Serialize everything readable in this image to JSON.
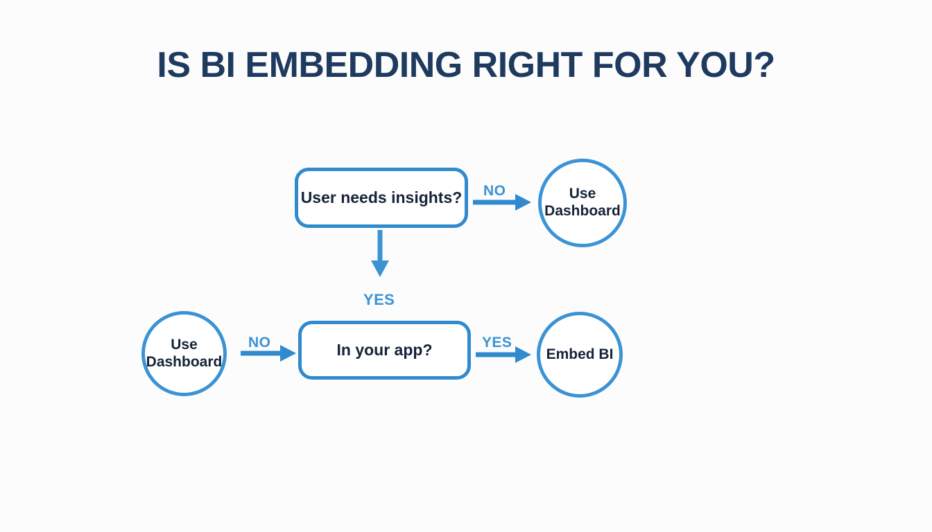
{
  "page": {
    "title": "IS BI EMBEDDING RIGHT FOR YOU?",
    "background_color": "#fcfcfd",
    "title_color": "#1e3a5f",
    "accent_color": "#2f8ace",
    "arrow_color": "#3b93d4",
    "node_text_color": "#152338"
  },
  "diagram": {
    "type": "flowchart",
    "nodes": [
      {
        "id": "user-needs-insights",
        "shape": "rounded-rect",
        "label": "User needs insights?"
      },
      {
        "id": "use-dashboard-top",
        "shape": "circle",
        "label": "Use\nDashboard",
        "line1": "Use",
        "line2": "Dashboard"
      },
      {
        "id": "use-dashboard-bottom",
        "shape": "circle",
        "label": "Use\nDashboard",
        "line1": "Use",
        "line2": "Dashboard"
      },
      {
        "id": "in-your-app",
        "shape": "rounded-rect",
        "label": "In your app?"
      },
      {
        "id": "embed-bi",
        "shape": "circle",
        "label": "Embed BI",
        "line1": "Embed BI",
        "line2": ""
      }
    ],
    "edges": [
      {
        "id": "edge-no-top",
        "from": "user-needs-insights",
        "to": "use-dashboard-top",
        "label": "NO",
        "direction": "right"
      },
      {
        "id": "edge-yes-down",
        "from": "user-needs-insights",
        "to": "in-your-app",
        "label": "YES",
        "direction": "down"
      },
      {
        "id": "edge-no-bottom",
        "from": "use-dashboard-bottom",
        "to": "in-your-app",
        "label": "NO",
        "direction": "right"
      },
      {
        "id": "edge-yes-right",
        "from": "in-your-app",
        "to": "embed-bi",
        "label": "YES",
        "direction": "right"
      }
    ]
  }
}
